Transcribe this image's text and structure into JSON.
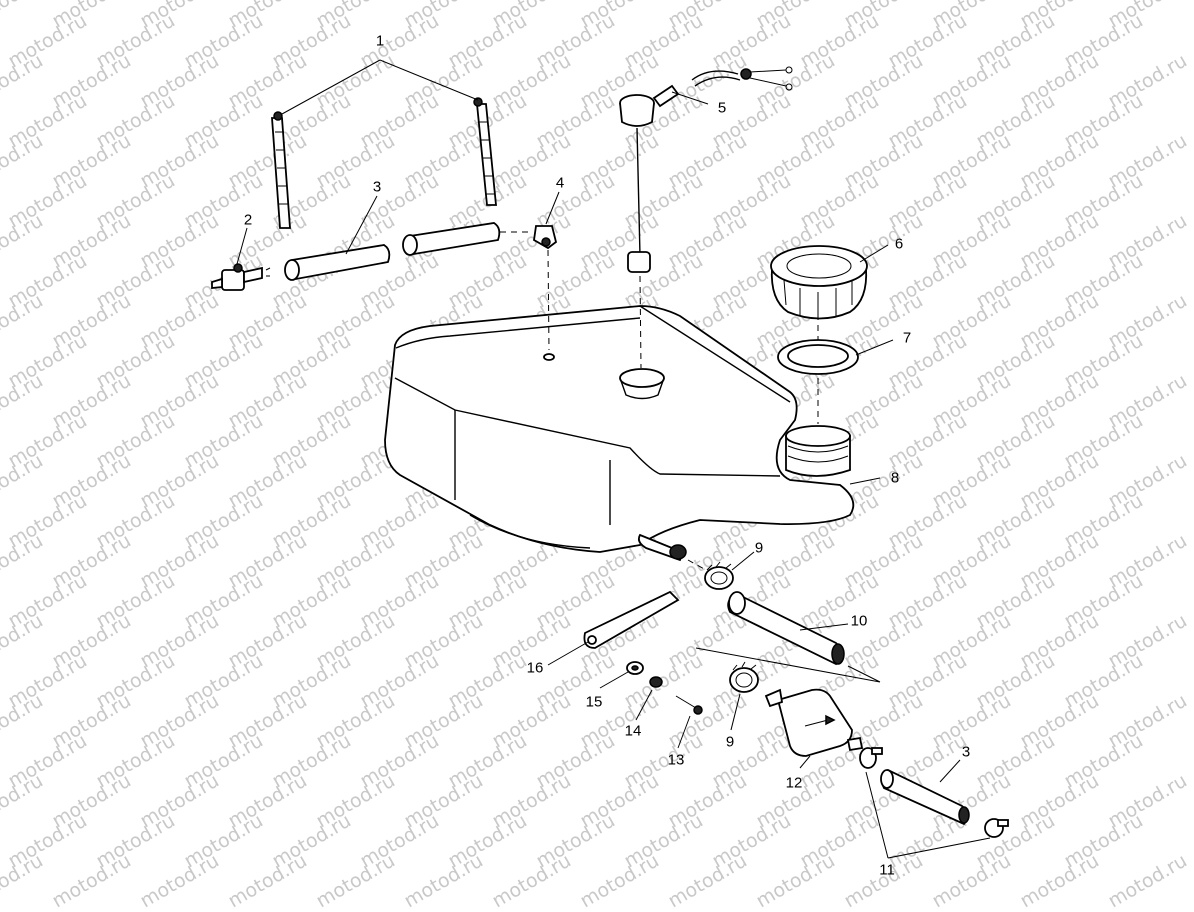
{
  "watermark": {
    "text": "motod.ru"
  },
  "callouts": [
    {
      "id": "c1",
      "label": "1"
    },
    {
      "id": "c2",
      "label": "2"
    },
    {
      "id": "c3a",
      "label": "3"
    },
    {
      "id": "c4",
      "label": "4"
    },
    {
      "id": "c5",
      "label": "5"
    },
    {
      "id": "c6",
      "label": "6"
    },
    {
      "id": "c7",
      "label": "7"
    },
    {
      "id": "c8",
      "label": "8"
    },
    {
      "id": "c9a",
      "label": "9"
    },
    {
      "id": "c10",
      "label": "10"
    },
    {
      "id": "c16",
      "label": "16"
    },
    {
      "id": "c15",
      "label": "15"
    },
    {
      "id": "c14",
      "label": "14"
    },
    {
      "id": "c13",
      "label": "13"
    },
    {
      "id": "c9b",
      "label": "9"
    },
    {
      "id": "c12",
      "label": "12"
    },
    {
      "id": "c3b",
      "label": "3"
    },
    {
      "id": "c11",
      "label": "11"
    }
  ]
}
